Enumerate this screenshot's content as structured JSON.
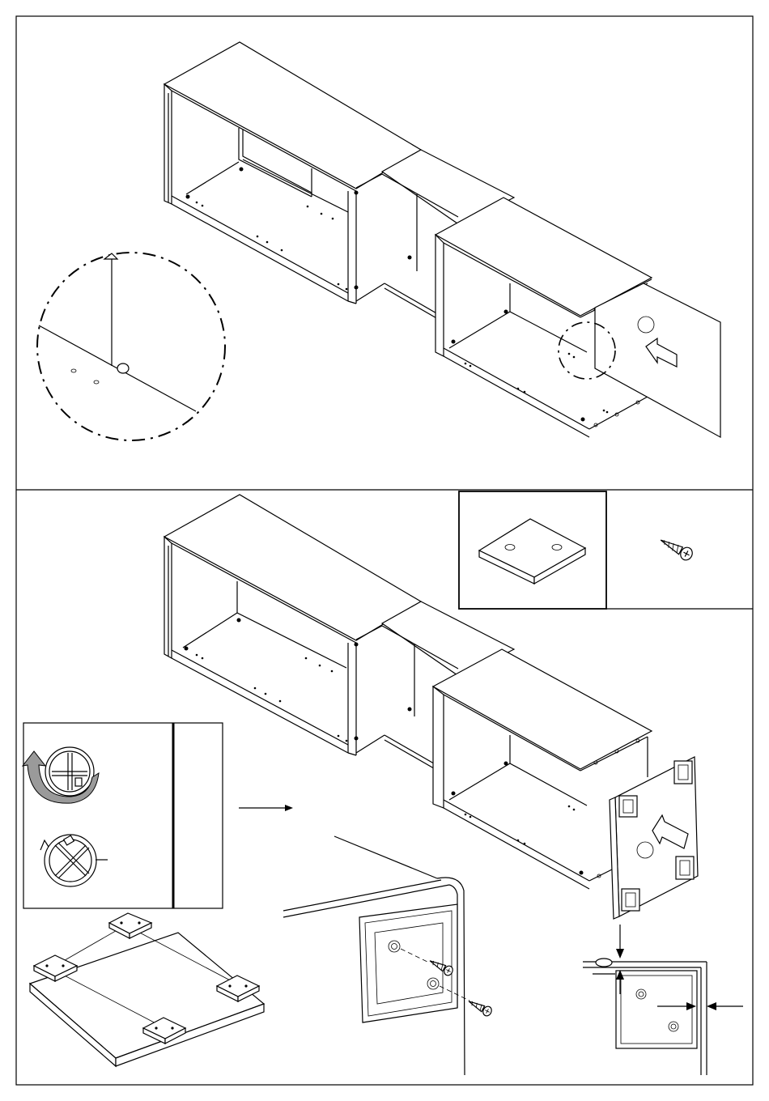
{
  "sheet": {
    "step_top": {},
    "step_bottom": {
      "parts": [
        {
          "part": "felt-pad",
          "shown_as": "drawing"
        },
        {
          "part": "screw",
          "shown_as": "drawing"
        }
      ],
      "tools_legend": {
        "rows": [
          "screwdriver-tighten",
          "screwdriver-loosen"
        ]
      }
    }
  }
}
